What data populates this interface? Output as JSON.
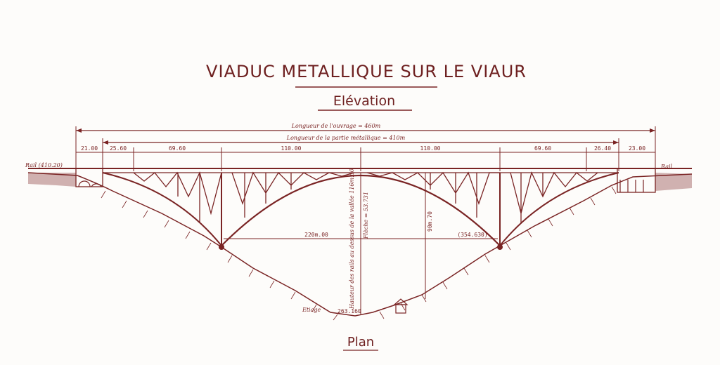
{
  "title": "VIADUC METALLIQUE SUR LE VIAUR",
  "elevation_label": "Elévation",
  "plan_label": "Plan",
  "total_length": "Longueur de l'ouvrage = 460m",
  "metal_length": "Longueur de la partie métallique = 410m",
  "spans": [
    "21.00",
    "25.60",
    "69.60",
    "110.00",
    "110.00",
    "69.60",
    "26.40",
    "23.00"
  ],
  "rail_left": "Rail (410.20)",
  "rail_right": "Rail",
  "arch_span": "220m.00",
  "pier_elevation": "(354.630)",
  "river_label": "Etiage",
  "river_level": "263.160",
  "height_rails": "Hauteur des rails au dessus de la vallée 116m.00",
  "arch_rise": "Flèche = 53.731",
  "pier_height": "90m.70",
  "colors": {
    "ink": "#7a2424",
    "paper": "#fdfcfa"
  }
}
